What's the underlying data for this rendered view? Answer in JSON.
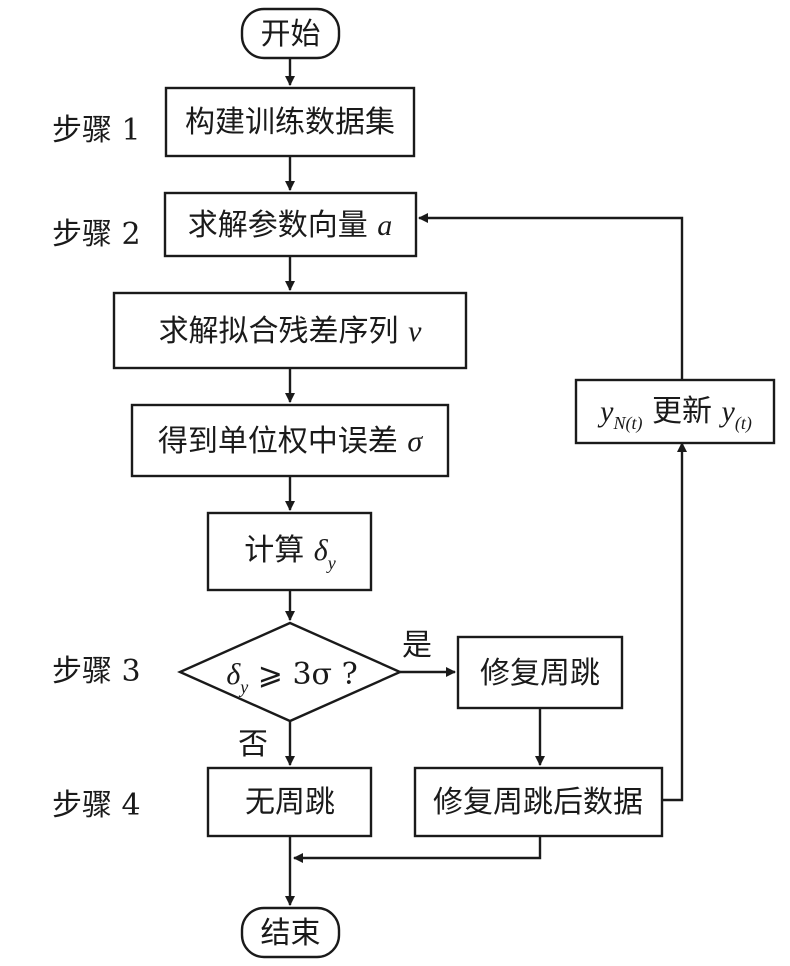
{
  "steps": {
    "s1": "步骤 1",
    "s2": "步骤 2",
    "s3": "步骤 3",
    "s4": "步骤 4"
  },
  "nodes": {
    "start": "开始",
    "build": "构建训练数据集",
    "solve_params": {
      "text": "求解参数向量",
      "var": "a"
    },
    "residual": {
      "text": "求解拟合残差序列",
      "var": "v"
    },
    "sigma": {
      "text": "得到单位权中误差",
      "var": "σ"
    },
    "calc": {
      "text": "计算",
      "var": "δ",
      "sub": "y"
    },
    "decision": {
      "var": "δ",
      "sub": "y",
      "rest": " ⩾ 3σ ?"
    },
    "repair": "修复周跳",
    "no_slip": "无周跳",
    "repaired_data": "修复周跳后数据",
    "update": {
      "var1": "y",
      "sub1": "N(t)",
      "text": " 更新 ",
      "var2": "y",
      "sub2": "(t)"
    },
    "end": "结束"
  },
  "branches": {
    "yes": "是",
    "no": "否"
  }
}
